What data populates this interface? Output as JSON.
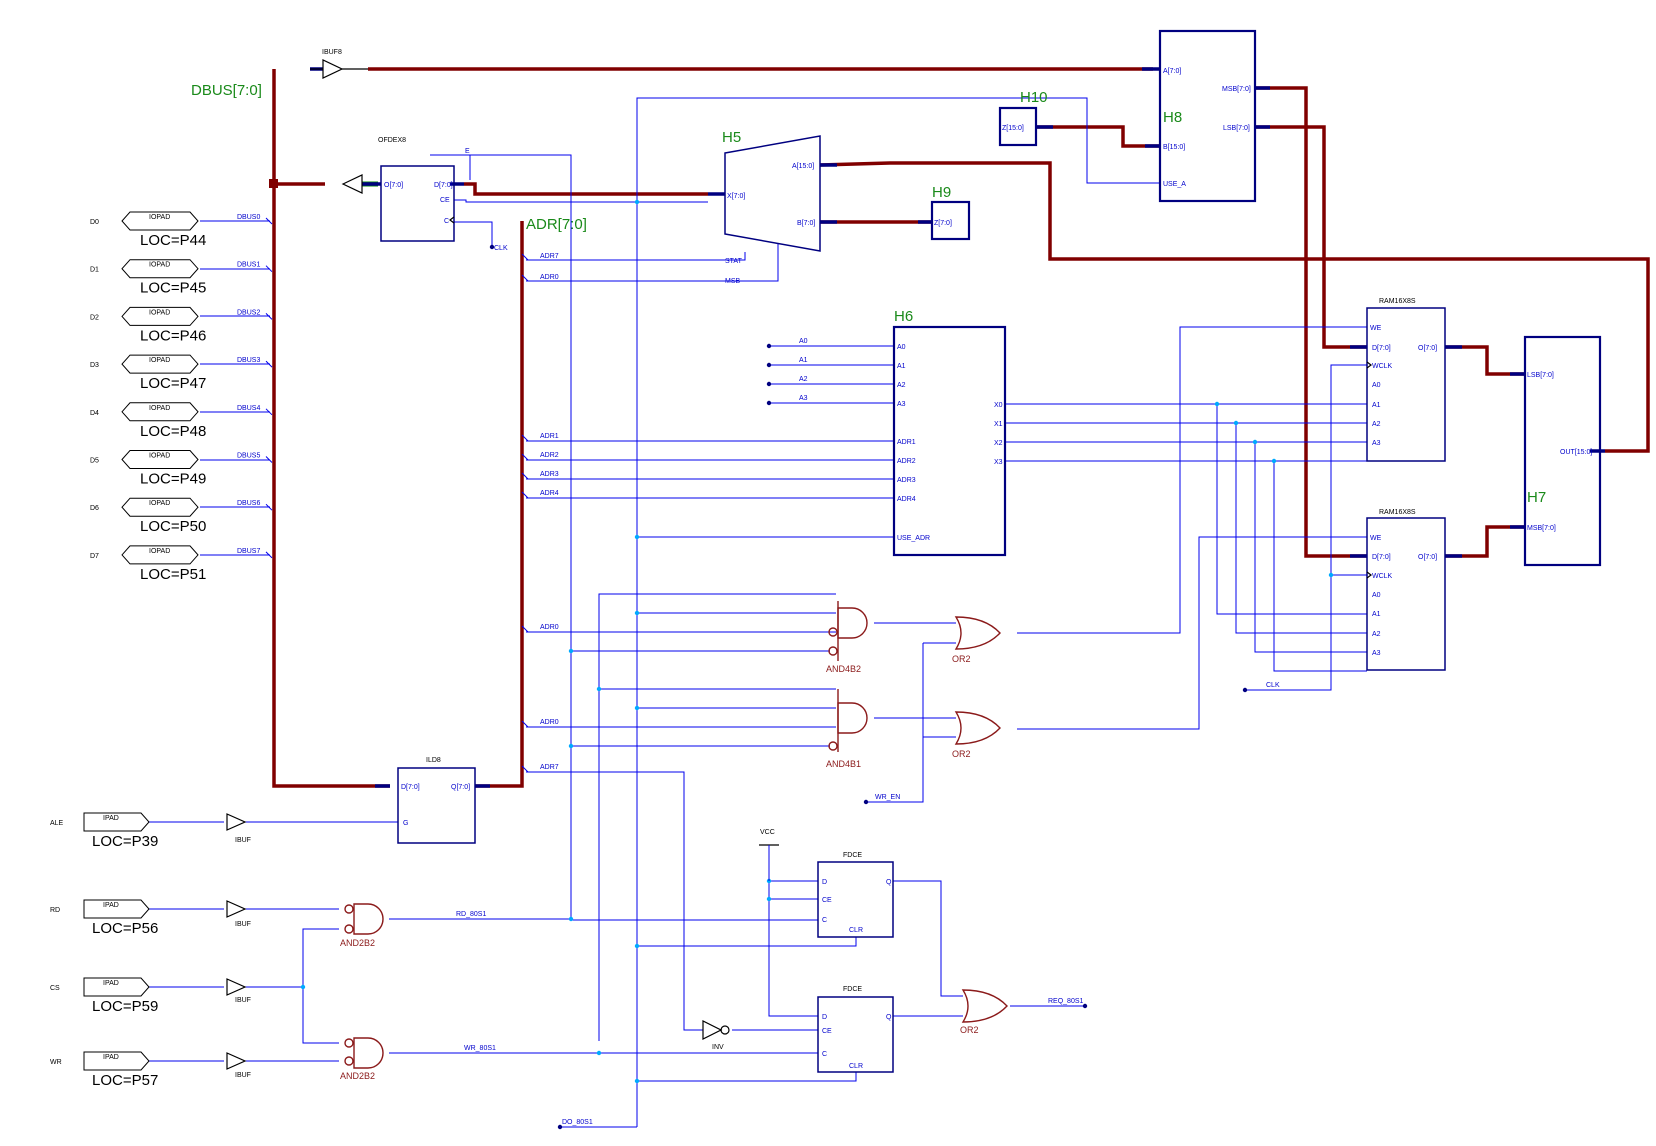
{
  "bus_labels": {
    "dbus": "DBUS[7:0]",
    "adr": "ADR[7:0]"
  },
  "components": {
    "ibuf8": "IBUF8",
    "ofdex8": "OFDEX8",
    "ild8": "ILD8",
    "h5": "H5",
    "h6": "H6",
    "h7": "H7",
    "h8": "H8",
    "h9": "H9",
    "h10": "H10",
    "ram_top": "RAM16X8S",
    "ram_bot": "RAM16X8S",
    "fdce_top": "FDCE",
    "fdce_bot": "FDCE",
    "and4b2": "AND4B2",
    "and4b1": "AND4B1",
    "or2_a": "OR2",
    "or2_b": "OR2",
    "or2_c": "OR2",
    "and2b2_a": "AND2B2",
    "and2b2_b": "AND2B2",
    "inv": "INV",
    "ibuf_ale": "IBUF",
    "ibuf_rd": "IBUF",
    "ibuf_cs": "IBUF",
    "ibuf_wr": "IBUF",
    "vcc": "VCC"
  },
  "data_pads": [
    {
      "name": "D0",
      "pad": "IOPAD",
      "loc": "LOC=P44",
      "net": "DBUS0"
    },
    {
      "name": "D1",
      "pad": "IOPAD",
      "loc": "LOC=P45",
      "net": "DBUS1"
    },
    {
      "name": "D2",
      "pad": "IOPAD",
      "loc": "LOC=P46",
      "net": "DBUS2"
    },
    {
      "name": "D3",
      "pad": "IOPAD",
      "loc": "LOC=P47",
      "net": "DBUS3"
    },
    {
      "name": "D4",
      "pad": "IOPAD",
      "loc": "LOC=P48",
      "net": "DBUS4"
    },
    {
      "name": "D5",
      "pad": "IOPAD",
      "loc": "LOC=P49",
      "net": "DBUS5"
    },
    {
      "name": "D6",
      "pad": "IOPAD",
      "loc": "LOC=P50",
      "net": "DBUS6"
    },
    {
      "name": "D7",
      "pad": "IOPAD",
      "loc": "LOC=P51",
      "net": "DBUS7"
    }
  ],
  "ctrl_pads": [
    {
      "name": "ALE",
      "pad": "IPAD",
      "loc": "LOC=P39"
    },
    {
      "name": "RD",
      "pad": "IPAD",
      "loc": "LOC=P56"
    },
    {
      "name": "CS",
      "pad": "IPAD",
      "loc": "LOC=P59"
    },
    {
      "name": "WR",
      "pad": "IPAD",
      "loc": "LOC=P57"
    }
  ],
  "pins": {
    "ibuf8_a": "A[7:0]",
    "ofdex_o": "O[7:0]",
    "ofdex_d": "D[7:0]",
    "ofdex_ce": "CE",
    "ofdex_c": "C",
    "h5_x": "X[7:0]",
    "h5_a": "A[15:0]",
    "h5_b": "B[7:0]",
    "h5_stat": "STAT",
    "h5_msb": "MSB",
    "h9_z": "Z[7:0]",
    "h10_z": "Z[15:0]",
    "h8_a": "A[7:0]",
    "h8_b": "B[15:0]",
    "h8_usea": "USE_A",
    "h8_msb": "MSB[7:0]",
    "h8_lsb": "LSB[7:0]",
    "h6_a0": "A0",
    "h6_a1": "A1",
    "h6_a2": "A2",
    "h6_a3": "A3",
    "h6_adr1": "ADR1",
    "h6_adr2": "ADR2",
    "h6_adr3": "ADR3",
    "h6_adr4": "ADR4",
    "h6_useadr": "USE_ADR",
    "h6_x0": "X0",
    "h6_x1": "X1",
    "h6_x2": "X2",
    "h6_x3": "X3",
    "ram_we": "WE",
    "ram_d": "D[7:0]",
    "ram_wclk": "WCLK",
    "ram_a0": "A0",
    "ram_a1": "A1",
    "ram_a2": "A2",
    "ram_a3": "A3",
    "ram_o": "O[7:0]",
    "h7_lsb": "LSB[7:0]",
    "h7_msb": "MSB[7:0]",
    "h7_out": "OUT[15:0]",
    "ild_d": "D[7:0]",
    "ild_q": "Q[7:0]",
    "ild_g": "G",
    "fdce_d": "D",
    "fdce_ce": "CE",
    "fdce_c": "C",
    "fdce_q": "Q",
    "fdce_clr": "CLR"
  },
  "nets": {
    "e": "E",
    "clk": "CLK",
    "clk2": "CLK",
    "adr7": "ADR7",
    "adr0": "ADR0",
    "a0": "A0",
    "a1": "A1",
    "a2": "A2",
    "a3": "A3",
    "adr1": "ADR1",
    "adr2": "ADR2",
    "adr3": "ADR3",
    "adr4": "ADR4",
    "adr0_b": "ADR0",
    "adr0_c": "ADR0",
    "adr7_b": "ADR7",
    "wr_en": "WR_EN",
    "rd_80s1": "RD_80S1",
    "wr_80s1": "WR_80S1",
    "req_80s1": "REQ_80S1",
    "do_80s1": "DO_80S1"
  }
}
